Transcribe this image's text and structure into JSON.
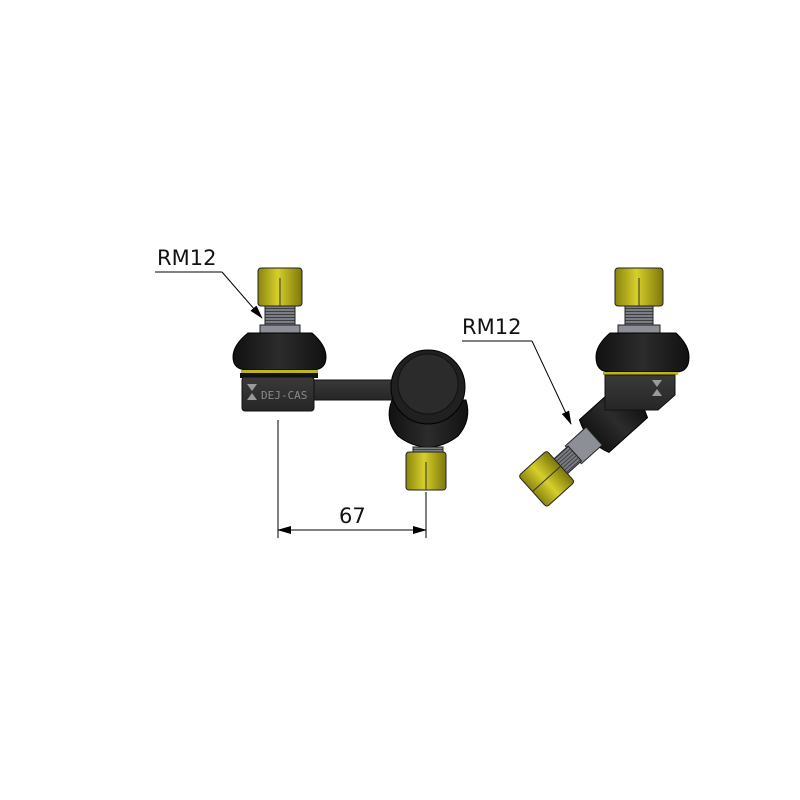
{
  "drawing": {
    "left_view": {
      "thread_callout": "RM12",
      "logo_text": "DEJ-CAS"
    },
    "right_view": {
      "thread_callout": "RM12"
    },
    "dimension": {
      "value": "67"
    }
  },
  "colors": {
    "nut_yellow": "#c9c21a",
    "rubber_black": "#1c1c1c",
    "body_gray": "#333333",
    "thread_gray": "#6f7278"
  }
}
